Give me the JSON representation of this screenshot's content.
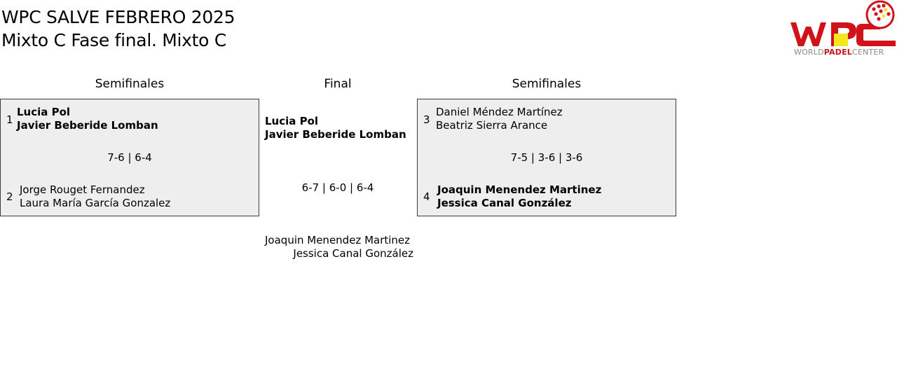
{
  "header": {
    "title_line1": "WPC SALVE FEBRERO 2025",
    "title_line2": "Mixto C Fase final. Mixto C"
  },
  "logo": {
    "brand": "WPC",
    "text_world": "WORLD",
    "text_padel": "PADEL",
    "text_center": "CENTER",
    "colors": {
      "red": "#d0121b",
      "yellow": "#f5e71e",
      "gray": "#8a8a8a"
    }
  },
  "rounds": {
    "left": "Semifinales",
    "center": "Final",
    "right": "Semifinales"
  },
  "left_match": {
    "team1": {
      "seed": "1",
      "player1": "Lucia Pol",
      "player2": "Javier Beberide Lomban",
      "winner": true
    },
    "score": "7-6 | 6-4",
    "team2": {
      "seed": "2",
      "player1": "Jorge Rouget Fernandez",
      "player2": "Laura María García Gonzalez",
      "winner": false
    }
  },
  "final": {
    "team1": {
      "player1": "Lucia Pol",
      "player2": "Javier Beberide Lomban",
      "winner": true
    },
    "score": "6-7 | 6-0 | 6-4",
    "team2": {
      "player1": "Joaquin Menendez Martinez",
      "player2": "Jessica Canal González",
      "winner": false
    }
  },
  "right_match": {
    "team1": {
      "seed": "3",
      "player1": "Daniel Méndez Martínez",
      "player2": "Beatriz Sierra Arance",
      "winner": false
    },
    "score": "7-5 | 3-6 | 3-6",
    "team2": {
      "seed": "4",
      "player1": "Joaquin Menendez Martinez",
      "player2": "Jessica Canal González",
      "winner": true
    }
  },
  "colors": {
    "box_bg": "#eeeeee",
    "box_border": "#3a3a3a"
  }
}
